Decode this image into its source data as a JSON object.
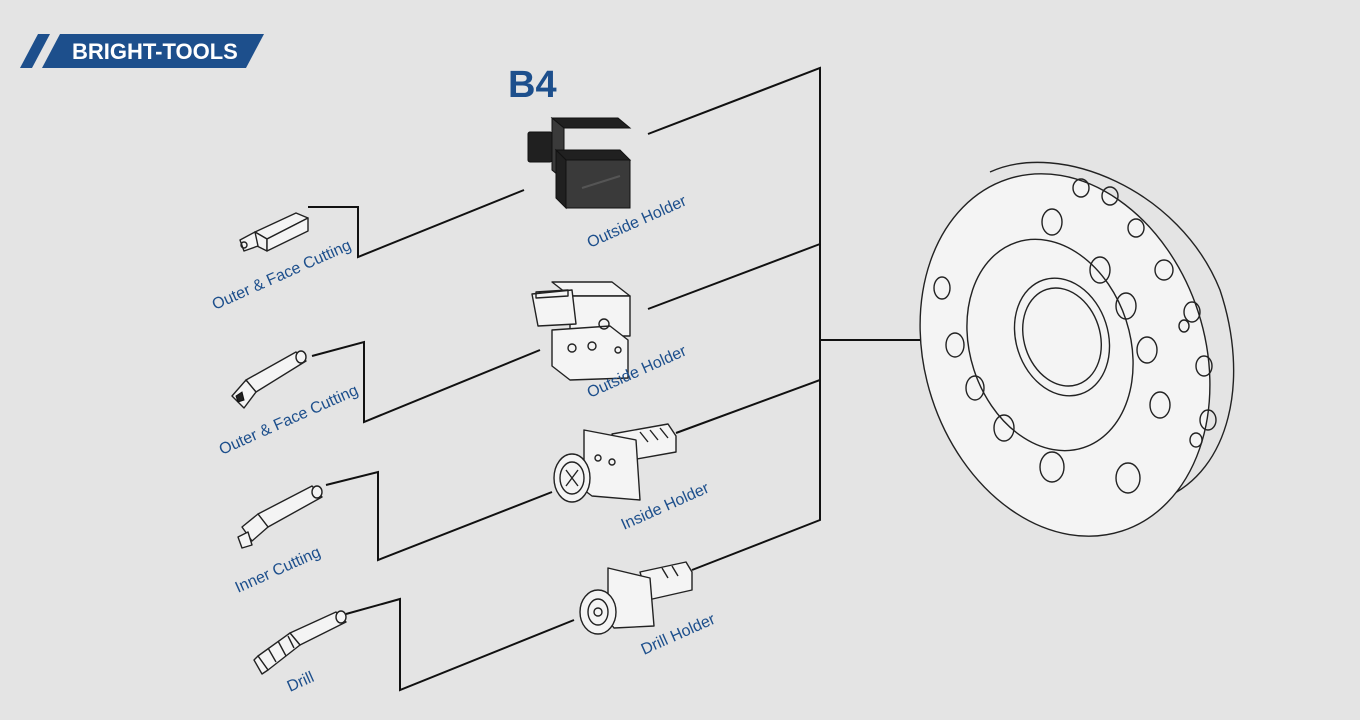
{
  "brand": {
    "name": "BRIGHT-TOOLS",
    "color": "#1d4f8c"
  },
  "model": "B4",
  "tools": [
    {
      "label": "Outer & Face Cutting",
      "icon": "turning-tool-square-icon"
    },
    {
      "label": "Outer & Face Cutting",
      "icon": "turning-tool-round-icon"
    },
    {
      "label": "Inner Cutting",
      "icon": "boring-bar-icon"
    },
    {
      "label": "Drill",
      "icon": "drill-bit-icon"
    }
  ],
  "holders": [
    {
      "label": "Outside  Holder",
      "icon": "outside-holder-black-icon"
    },
    {
      "label": "Outside  Holder",
      "icon": "outside-holder-line-icon"
    },
    {
      "label": "Inside Holder",
      "icon": "inside-holder-icon"
    },
    {
      "label": "Drill Holder",
      "icon": "drill-holder-icon"
    }
  ],
  "turret": {
    "icon": "turret-disk-icon"
  },
  "colors": {
    "label": "#1d4f8c",
    "line": "#111111",
    "background": "#e4e4e4"
  }
}
